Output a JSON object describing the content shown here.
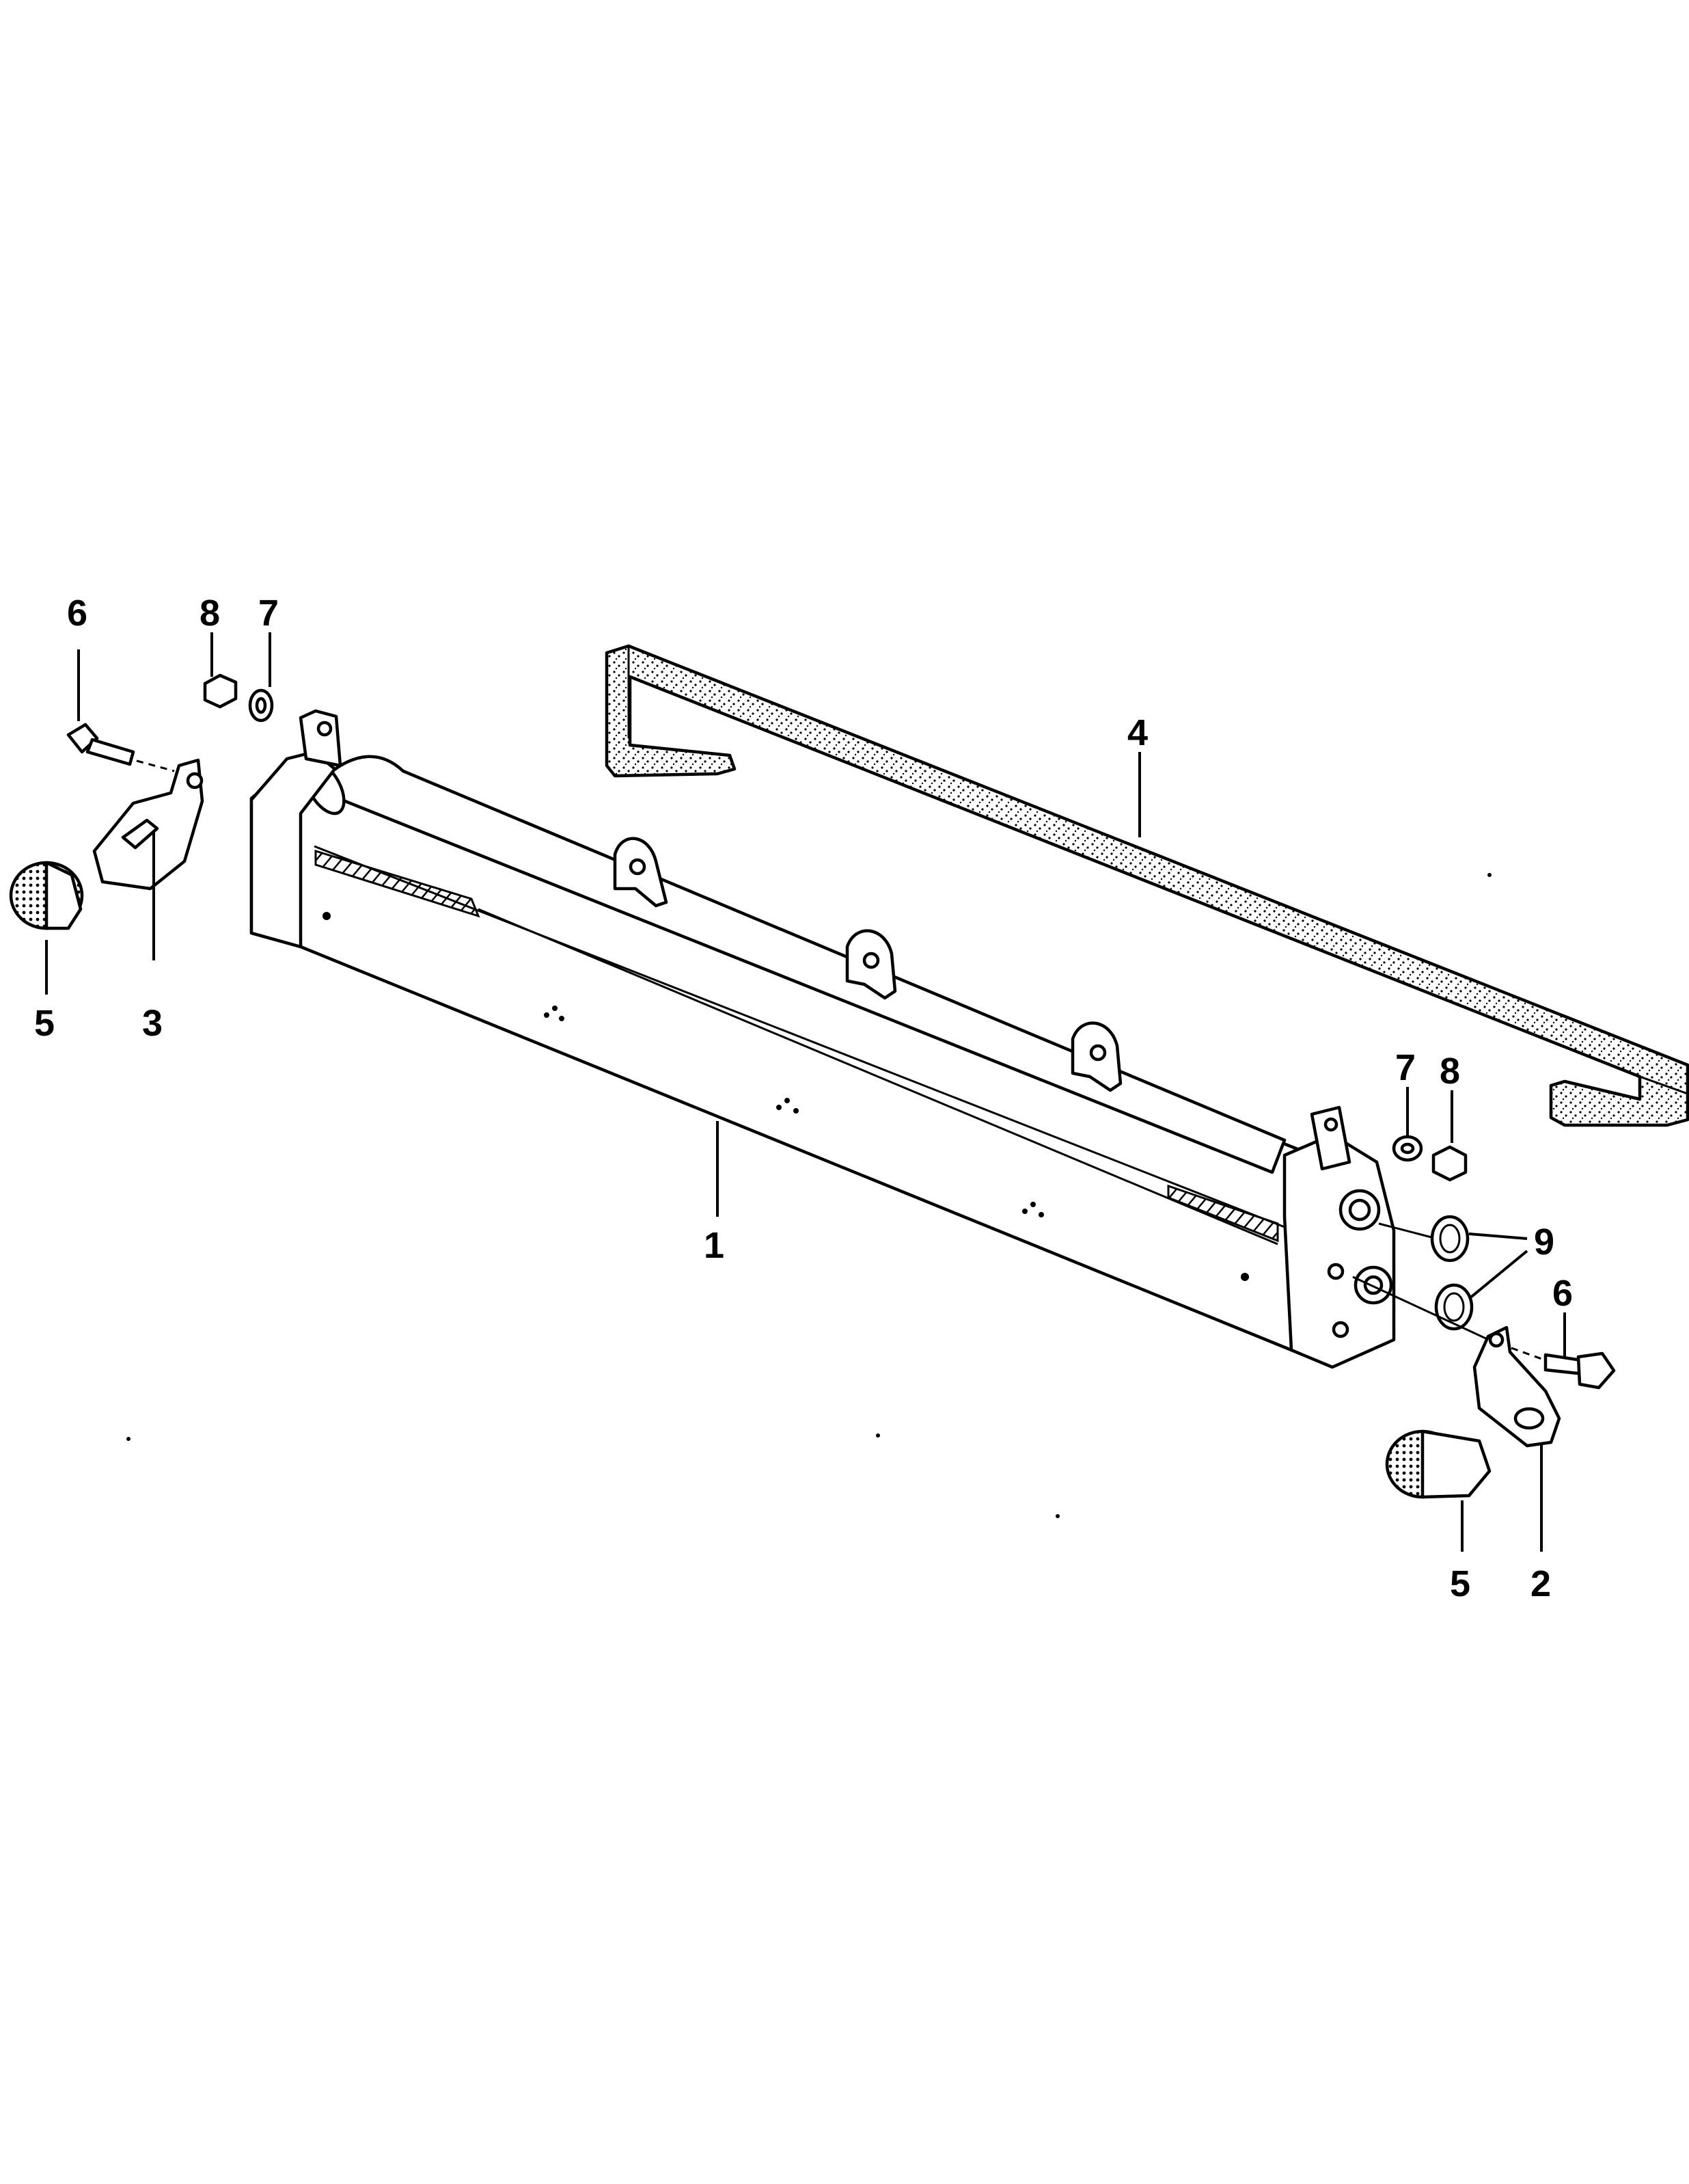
{
  "callouts": [
    {
      "id": "c1",
      "label": "1"
    },
    {
      "id": "c2",
      "label": "2"
    },
    {
      "id": "c3",
      "label": "3"
    },
    {
      "id": "c4",
      "label": "4"
    },
    {
      "id": "c5a",
      "label": "5"
    },
    {
      "id": "c5b",
      "label": "5"
    },
    {
      "id": "c6a",
      "label": "6"
    },
    {
      "id": "c6b",
      "label": "6"
    },
    {
      "id": "c7a",
      "label": "7"
    },
    {
      "id": "c7b",
      "label": "7"
    },
    {
      "id": "c8a",
      "label": "8"
    },
    {
      "id": "c8b",
      "label": "8"
    },
    {
      "id": "c9",
      "label": "9"
    }
  ]
}
